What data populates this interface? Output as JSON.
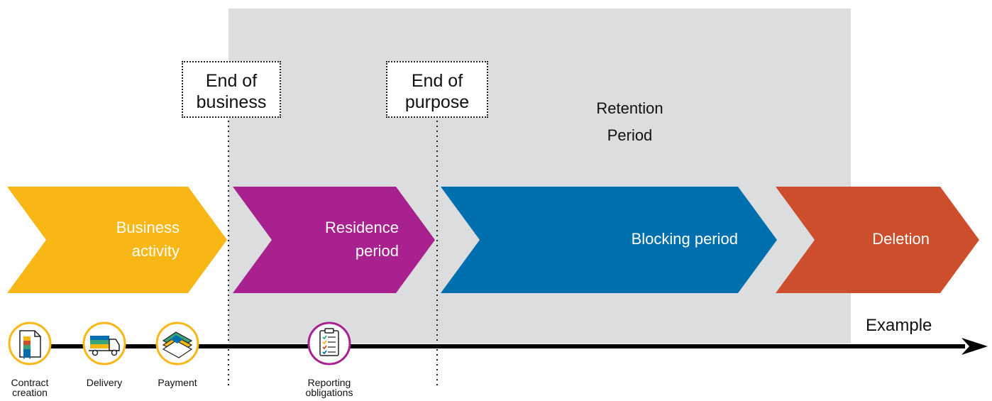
{
  "retention": {
    "line1": "Retention",
    "line2": "Period"
  },
  "milestones": {
    "end_of_business": {
      "line1": "End of",
      "line2": "business"
    },
    "end_of_purpose": {
      "line1": "End of",
      "line2": "purpose"
    }
  },
  "phases": {
    "business_activity": {
      "line1": "Business",
      "line2": "activity",
      "color": "#f9b716"
    },
    "residence_period": {
      "line1": "Residence",
      "line2": "period",
      "color": "#a8218f"
    },
    "blocking_period": {
      "line1": "Blocking period",
      "color": "#006fae"
    },
    "deletion": {
      "line1": "Deletion",
      "color": "#cd4e2c"
    }
  },
  "timeline": {
    "label": "Example"
  },
  "events": {
    "contract_creation": {
      "line1": "Contract",
      "line2": "creation",
      "icon": "contract-document-icon",
      "ring_color": "#f9b716"
    },
    "delivery": {
      "line1": "Delivery",
      "icon": "delivery-truck-icon",
      "ring_color": "#f9b716"
    },
    "payment": {
      "line1": "Payment",
      "icon": "money-stack-icon",
      "ring_color": "#f9b716"
    },
    "reporting_obligations": {
      "line1": "Reporting",
      "line2": "obligations",
      "icon": "clipboard-checklist-icon",
      "ring_color": "#a8218f"
    }
  }
}
